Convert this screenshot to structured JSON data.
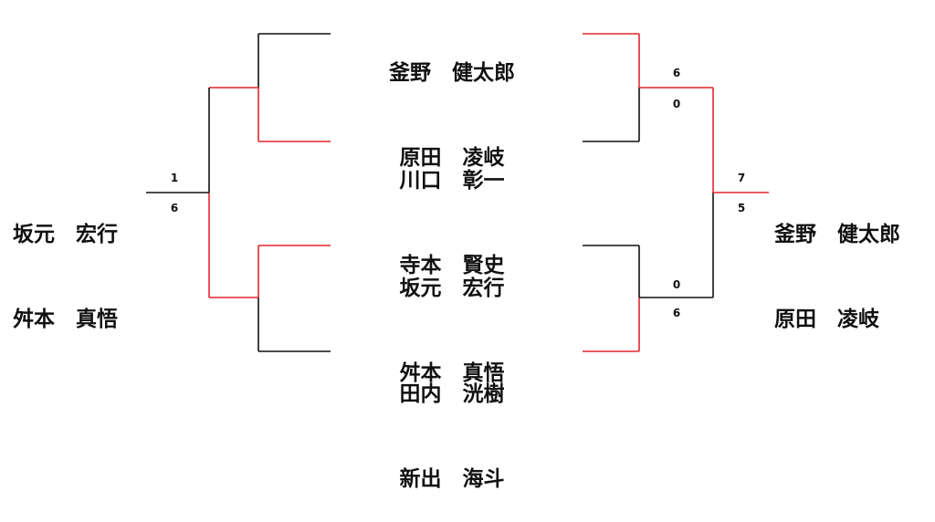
{
  "colors": {
    "winner": "#e3262d",
    "loser": "#111111"
  },
  "entries": [
    {
      "id": "p1",
      "lines": [
        "釜野　健太郎",
        "原田　凌岐"
      ]
    },
    {
      "id": "p2",
      "lines": [
        "川口　彰一",
        "寺本　賢史"
      ]
    },
    {
      "id": "p3",
      "lines": [
        "坂元　宏行",
        "舛本　真悟"
      ]
    },
    {
      "id": "p4",
      "lines": [
        "田内　洸樹",
        "新出　海斗"
      ]
    },
    {
      "id": "left_result",
      "lines": [
        "坂元　宏行",
        "舛本　真悟"
      ]
    },
    {
      "id": "right_result",
      "lines": [
        "釜野　健太郎",
        "原田　凌岐"
      ]
    }
  ],
  "scores": {
    "left_final": [
      "1",
      "6"
    ],
    "right_semi_top": [
      "6",
      "0"
    ],
    "right_semi_bottom": [
      "0",
      "6"
    ],
    "right_final": [
      "7",
      "5"
    ]
  }
}
